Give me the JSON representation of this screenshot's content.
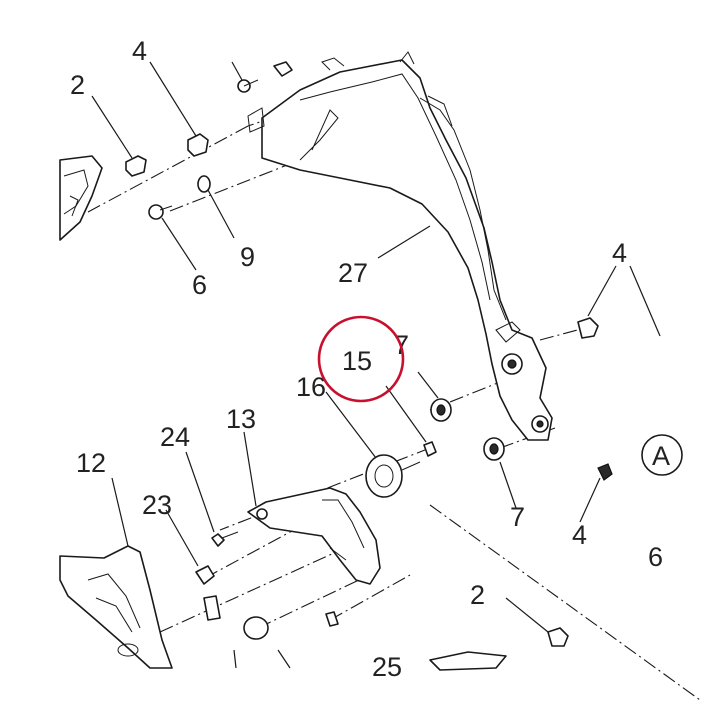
{
  "diagram": {
    "callouts": {
      "c2_top": "2",
      "c4_top": "4",
      "c9": "9",
      "c6": "6",
      "c27": "27",
      "c4_right": "4",
      "c7_top": "7",
      "c15": "15",
      "c16": "16",
      "c13": "13",
      "c24": "24",
      "c12": "12",
      "c23": "23",
      "c7_bottom": "7",
      "c4_bottom": "4",
      "cA": "A",
      "c6_edge": "6",
      "c2_bottom": "2",
      "c25": "25"
    },
    "highlight_color": "#c8102e"
  }
}
